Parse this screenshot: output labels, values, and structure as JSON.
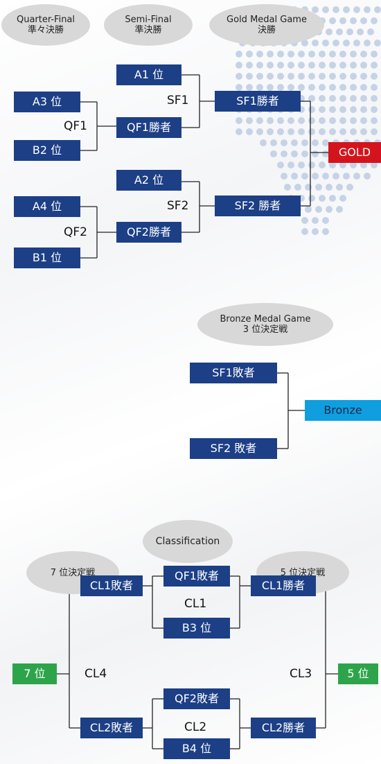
{
  "headers": {
    "quarter_final": {
      "en": "Quarter-Final",
      "ja": "準々決勝"
    },
    "semi_final": {
      "en": "Semi-Final",
      "ja": "準決勝"
    },
    "gold_game": {
      "en": "Gold Medal Game",
      "ja": "決勝"
    },
    "bronze_game": {
      "en": "Bronze Medal Game",
      "ja": "3 位決定戦"
    },
    "classification": {
      "en": "Classification"
    },
    "seventh": {
      "ja": "7 位決定戦"
    },
    "fifth": {
      "ja": "5 位決定戦"
    }
  },
  "gold_bracket": {
    "qf": {
      "a3": "A3 位",
      "b2": "B2 位",
      "a4": "A4 位",
      "b1": "B1 位",
      "qf1": "QF1",
      "qf2": "QF2"
    },
    "sf": {
      "a1": "A1 位",
      "qf1_winner": "QF1勝者",
      "a2": "A2 位",
      "qf2_winner": "QF2勝者",
      "sf1": "SF1",
      "sf2": "SF2"
    },
    "final": {
      "sf1_winner": "SF1勝者",
      "sf2_winner": "SF2 勝者",
      "gold": "GOLD"
    }
  },
  "bronze_bracket": {
    "sf1_loser": "SF1敗者",
    "sf2_loser": "SF2 敗者",
    "bronze": "Bronze"
  },
  "classification_bracket": {
    "qf1_loser": "QF1敗者",
    "b3": "B3 位",
    "cl1": "CL1",
    "qf2_loser": "QF2敗者",
    "b4": "B4 位",
    "cl2": "CL2",
    "cl1_loser": "CL1敗者",
    "cl2_loser": "CL2敗者",
    "cl4": "CL4",
    "seventh_place": "7 位",
    "cl1_winner": "CL1勝者",
    "cl2_winner": "CL2勝者",
    "cl3": "CL3",
    "fifth_place": "5 位"
  },
  "colors": {
    "box": "#1c3f86",
    "gold": "#d4141d",
    "bronze": "#0f9fe0",
    "place": "#2da44a",
    "oval": "#d8d8d8",
    "dots": "#c6d3e6"
  }
}
